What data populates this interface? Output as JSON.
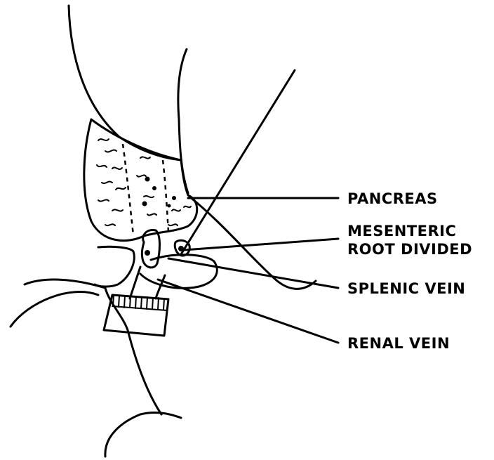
{
  "labels": {
    "pancreas": "PANCREAS",
    "mesenteric_line1": "MESENTERIC",
    "mesenteric_line2": "ROOT DIVIDED",
    "splenic_vein": "SPLENIC VEIN",
    "renal_vein": "RENAL VEIN"
  }
}
